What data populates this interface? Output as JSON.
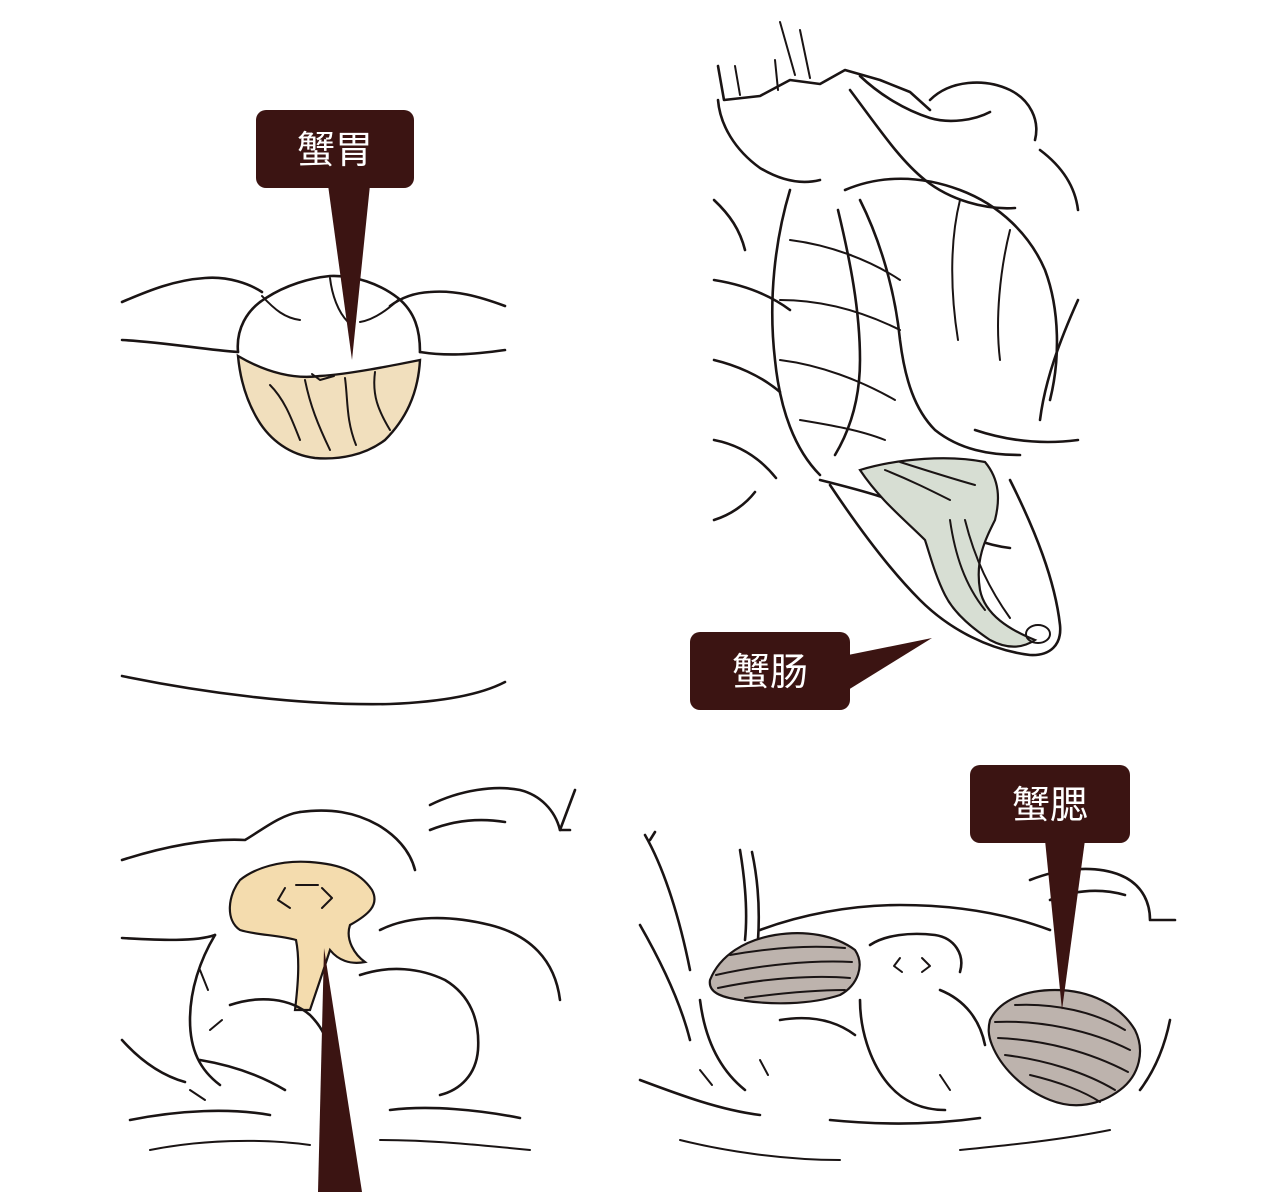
{
  "labels": {
    "stomach": "蟹胃",
    "intestine": "蟹肠",
    "gills": "蟹腮"
  },
  "colors": {
    "label_bg": "#3b1412",
    "label_text": "#ffffff",
    "stomach_fill": "#f1dfbd",
    "intestine_fill": "#d7ded3",
    "heart_fill": "#f4dcae",
    "gill_fill": "#bdb3ad",
    "outline": "#1a1414"
  }
}
